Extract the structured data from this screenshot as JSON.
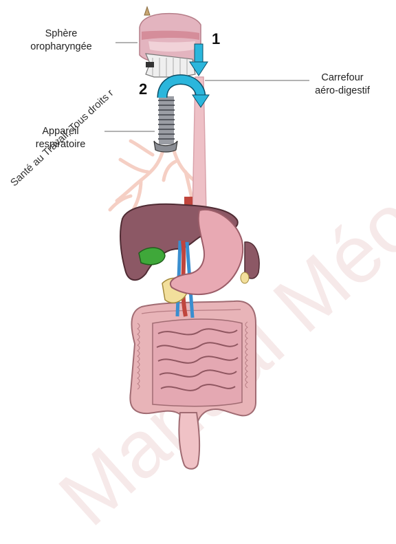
{
  "labels": {
    "sphere_line1": "Sphère",
    "sphere_line2": "oropharyngée",
    "carrefour_line1": "Carrefour",
    "carrefour_line2": "aéro-digestif",
    "appareil_line1": "Appareil",
    "appareil_line2": "respiratoire",
    "step1": "1",
    "step2": "2"
  },
  "watermarks": {
    "diagonal_caption": "Santé au Travail, Tous droits r",
    "background_text": "Manual Méo Tous droits"
  },
  "colors": {
    "arrow": "#2bb6dc",
    "esophagus": "#eec0c6",
    "liver": "#8c5865",
    "stomach": "#e8a9b3",
    "intestine": "#e8b4b8",
    "lungs": "#f8d6cc",
    "gallbladder": "#3fa83a",
    "pancreas": "#f2df9c",
    "trachea": "#8a8d94"
  }
}
